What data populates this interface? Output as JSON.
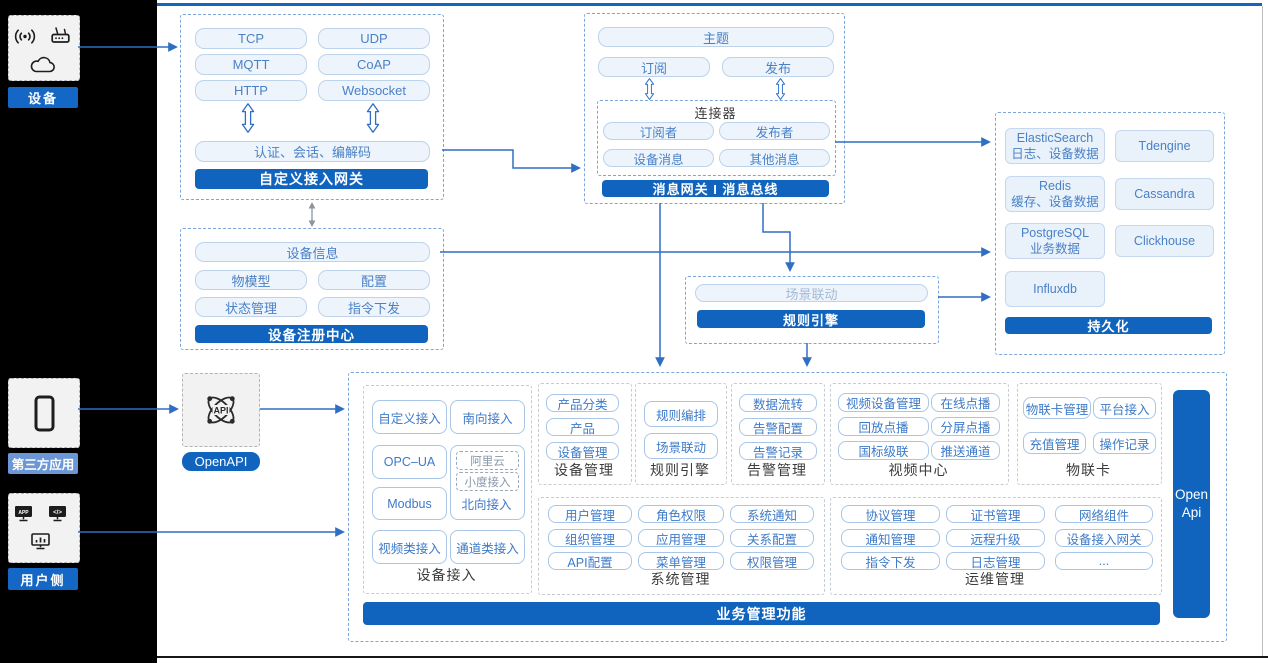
{
  "palette": {
    "accent": "#1164bd",
    "arrow": "#2e6fc4",
    "pill_text": "#4a81c6",
    "muted_text": "#a5bad6"
  },
  "left_rail": {
    "device": {
      "label": "设备",
      "icons": [
        "wifi-signal-icon",
        "router-icon",
        "cloud-icon"
      ]
    },
    "third_party": {
      "label": "第三方应用",
      "icons": [
        "phone-icon"
      ]
    },
    "user_side": {
      "label": "用户侧",
      "icons": [
        "app-monitor-icon",
        "code-monitor-icon",
        "chart-monitor-icon"
      ],
      "icon_texts": {
        "app": "APP",
        "code": "</>"
      }
    }
  },
  "custom_gateway": {
    "title": "自定义接入网关",
    "protocols": [
      "TCP",
      "UDP",
      "MQTT",
      "CoAP",
      "HTTP",
      "Websocket"
    ],
    "auth": "认证、会话、编解码"
  },
  "message_bus": {
    "topic": "主题",
    "subscribe": "订阅",
    "publish": "发布",
    "connector": {
      "title": "连接器",
      "items": [
        "订阅者",
        "发布者",
        "设备消息",
        "其他消息"
      ]
    },
    "title": "消息网关 I 消息总线"
  },
  "persistence": {
    "title": "持久化",
    "databases": [
      {
        "name": "ElasticSearch",
        "desc": "日志、设备数据"
      },
      {
        "name": "Tdengine",
        "desc": ""
      },
      {
        "name": "Redis",
        "desc": "缓存、设备数据"
      },
      {
        "name": "Cassandra",
        "desc": ""
      },
      {
        "name": "PostgreSQL",
        "desc": "业务数据"
      },
      {
        "name": "Clickhouse",
        "desc": ""
      },
      {
        "name": "Influxdb",
        "desc": ""
      }
    ]
  },
  "device_registry": {
    "title": "设备注册中心",
    "info": "设备信息",
    "items": [
      "物模型",
      "配置",
      "状态管理",
      "指令下发"
    ]
  },
  "rule_engine_mid": {
    "scene": "场景联动",
    "title": "规则引擎"
  },
  "openapi": {
    "label": "OpenAPI",
    "icon": "api-atom-icon",
    "icon_text": "API"
  },
  "business": {
    "footer": "业务管理功能",
    "open_api_side": "Open Api",
    "device_access": {
      "title": "设备接入",
      "custom": "自定义接入",
      "south": "南向接入",
      "opcua": "OPC–UA",
      "modbus": "Modbus",
      "video": "视频类接入",
      "channel": "通道类接入",
      "north": {
        "aliyun": "阿里云",
        "xiaodu": "小度接入",
        "label": "北向接入"
      }
    },
    "device_mgmt": {
      "title": "设备管理",
      "items": [
        "产品分类",
        "产品",
        "设备管理"
      ]
    },
    "rule_engine": {
      "title": "规则引擎",
      "items": [
        "规则编排",
        "场景联动"
      ]
    },
    "alarm": {
      "title": "告警管理",
      "items": [
        "数据流转",
        "告警配置",
        "告警记录"
      ]
    },
    "video_center": {
      "title": "视频中心",
      "items": [
        "视频设备管理",
        "在线点播",
        "回放点播",
        "分屏点播",
        "国标级联",
        "推送通道"
      ]
    },
    "iot_card": {
      "title": "物联卡",
      "items": [
        "物联卡管理",
        "平台接入",
        "充值管理",
        "操作记录"
      ]
    },
    "system_mgmt": {
      "title": "系统管理",
      "items": [
        "用户管理",
        "角色权限",
        "系统通知",
        "组织管理",
        "应用管理",
        "关系配置",
        "API配置",
        "菜单管理",
        "权限管理"
      ]
    },
    "ops_mgmt": {
      "title": "运维管理",
      "items": [
        "协议管理",
        "证书管理",
        "网络组件",
        "通知管理",
        "远程升级",
        "设备接入网关",
        "指令下发",
        "日志管理",
        "..."
      ]
    }
  }
}
